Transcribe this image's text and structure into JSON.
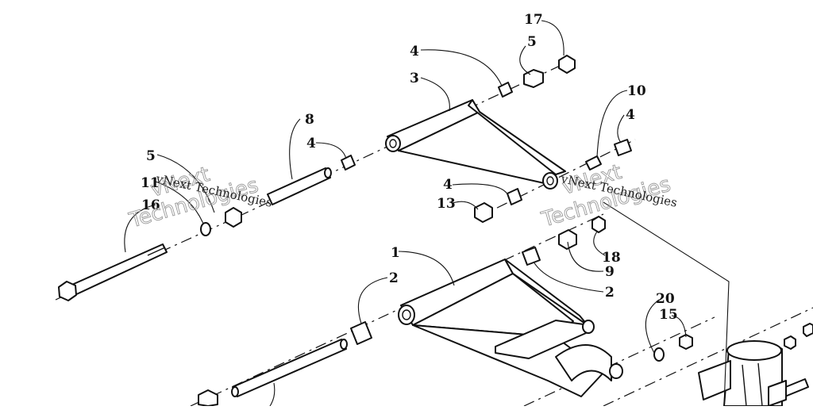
{
  "diagram": {
    "callouts": [
      {
        "id": "c17",
        "label": "17"
      },
      {
        "id": "c5a",
        "label": "5"
      },
      {
        "id": "c4a",
        "label": "4"
      },
      {
        "id": "c3",
        "label": "3"
      },
      {
        "id": "c10",
        "label": "10"
      },
      {
        "id": "c4b",
        "label": "4"
      },
      {
        "id": "c8",
        "label": "8"
      },
      {
        "id": "c4c",
        "label": "4"
      },
      {
        "id": "c5b",
        "label": "5"
      },
      {
        "id": "c11",
        "label": "11"
      },
      {
        "id": "c16",
        "label": "16"
      },
      {
        "id": "c4d",
        "label": "4"
      },
      {
        "id": "c13",
        "label": "13"
      },
      {
        "id": "c1",
        "label": "1"
      },
      {
        "id": "c2a",
        "label": "2"
      },
      {
        "id": "c18",
        "label": "18"
      },
      {
        "id": "c9",
        "label": "9"
      },
      {
        "id": "c2b",
        "label": "2"
      },
      {
        "id": "c20",
        "label": "20"
      },
      {
        "id": "c15",
        "label": "15"
      }
    ],
    "watermarks": [
      {
        "logo_text": "vNext",
        "logo_text_2": "Technologies",
        "caption": "vNext Technologies"
      },
      {
        "logo_text": "vNext",
        "logo_text_2": "Technologies",
        "caption": "vNext Technologies"
      }
    ]
  }
}
